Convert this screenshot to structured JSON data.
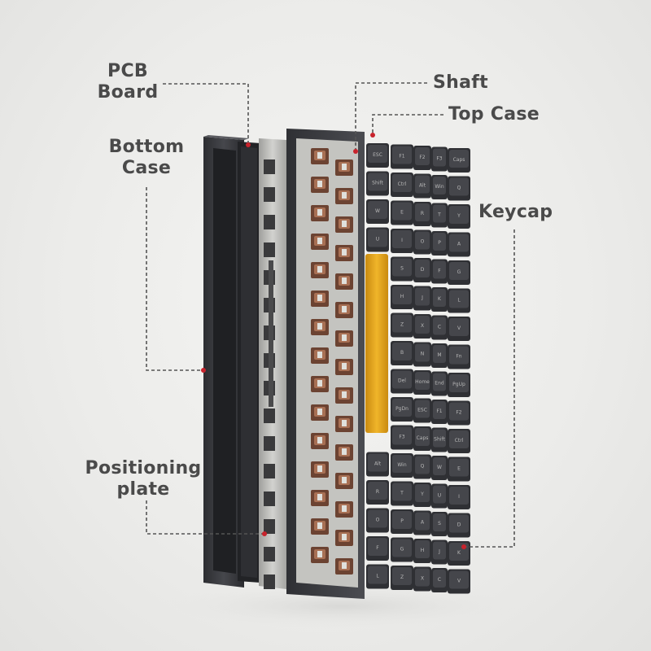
{
  "labels": {
    "pcb_board": [
      "PCB",
      "Board"
    ],
    "bottom_case": [
      "Bottom",
      "Case"
    ],
    "positioning_plate": [
      "Positioning",
      "plate"
    ],
    "shaft": "Shaft",
    "top_case": "Top Case",
    "keycap": "Keycap"
  },
  "colors": {
    "label_text": "#4a4a4a",
    "leader_line": "#555555",
    "marker_dot": "#c8232c",
    "case_dark": "#3a3b3f",
    "plate_silver": "#b9b9b6",
    "keycap_dark": "#35363a",
    "keycap_accent": "#e0a21a",
    "switch_brown": "#7a4a36"
  },
  "keycap_legends": [
    "ESC",
    "F1",
    "F2",
    "F3",
    "Caps",
    "Shift",
    "Ctrl",
    "Alt",
    "Win",
    "Q",
    "W",
    "E",
    "R",
    "T",
    "Y",
    "U",
    "I",
    "O",
    "P",
    "A",
    "S",
    "D",
    "F",
    "G",
    "H",
    "J",
    "K",
    "L",
    "Z",
    "X",
    "C",
    "V",
    "B",
    "N",
    "M",
    "Fn",
    "Del",
    "Home",
    "End",
    "PgUp",
    "PgDn"
  ]
}
